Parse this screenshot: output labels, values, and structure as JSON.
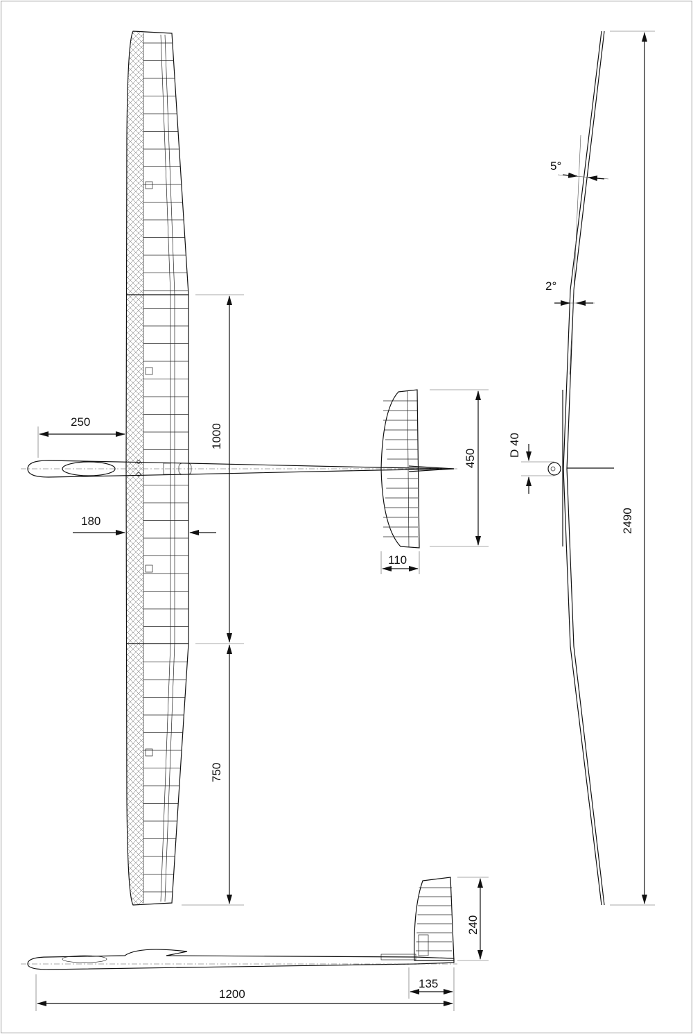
{
  "drawing": {
    "wingspan": "2490",
    "center_panel_span": "1000",
    "outer_panel_span": "750",
    "nose_to_leading_edge": "250",
    "root_chord": "180",
    "stabilizer_span": "450",
    "stabilizer_chord": "110",
    "fuselage_diameter": "D 40",
    "outer_dihedral": "5°",
    "inner_dihedral": "2°",
    "fin_height": "240",
    "fin_chord": "135",
    "fuselage_length": "1200"
  },
  "colors": {
    "line": "#111111",
    "frame": "#9a9a9a"
  }
}
